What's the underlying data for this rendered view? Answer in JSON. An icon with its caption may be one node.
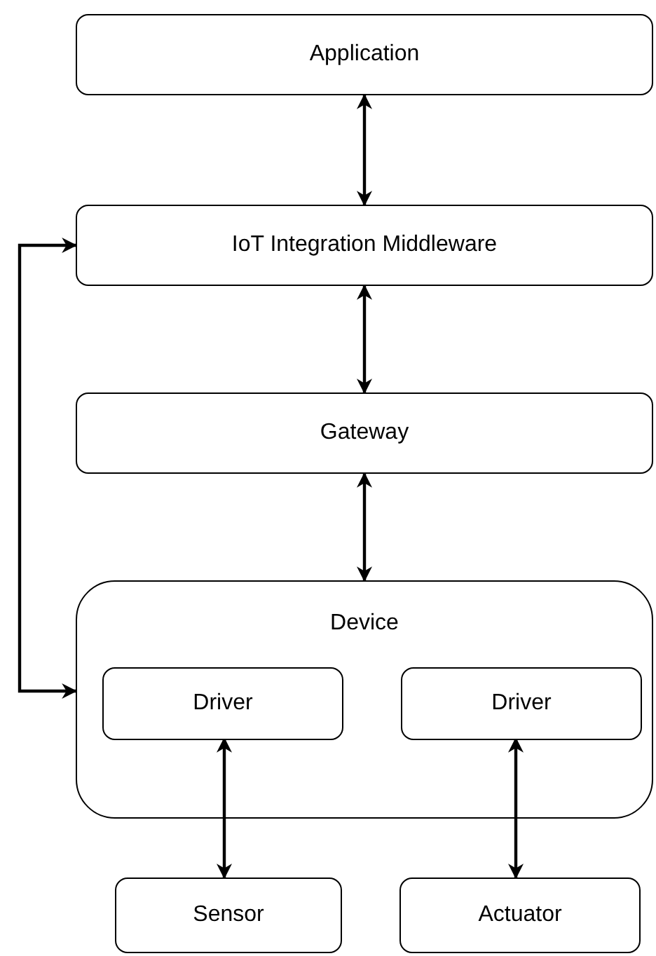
{
  "diagram": {
    "nodes": [
      {
        "text": [
          "Application"
        ]
      },
      {
        "text": [
          "IoT Integration Middleware"
        ]
      },
      {
        "text": [
          "Gateway"
        ]
      },
      {
        "text": [
          "Device"
        ]
      },
      {
        "text": [
          "Driver"
        ],
        "in": 3
      },
      {
        "text": [
          "Driver"
        ],
        "in": 3
      },
      {
        "text": [
          "Sensor"
        ]
      },
      {
        "text": [
          "Actuator"
        ]
      }
    ],
    "edges": [
      {
        "from": 0,
        "to": 1,
        "arrow": "both"
      },
      {
        "from": 1,
        "to": 2,
        "arrow": "both"
      },
      {
        "from": 2,
        "to": 3,
        "arrow": "both"
      },
      {
        "from": 1,
        "to": 3,
        "arrow": "both"
      },
      {
        "from": 4,
        "to": 6,
        "arrow": "both"
      },
      {
        "from": 5,
        "to": 7,
        "arrow": "both"
      }
    ]
  }
}
